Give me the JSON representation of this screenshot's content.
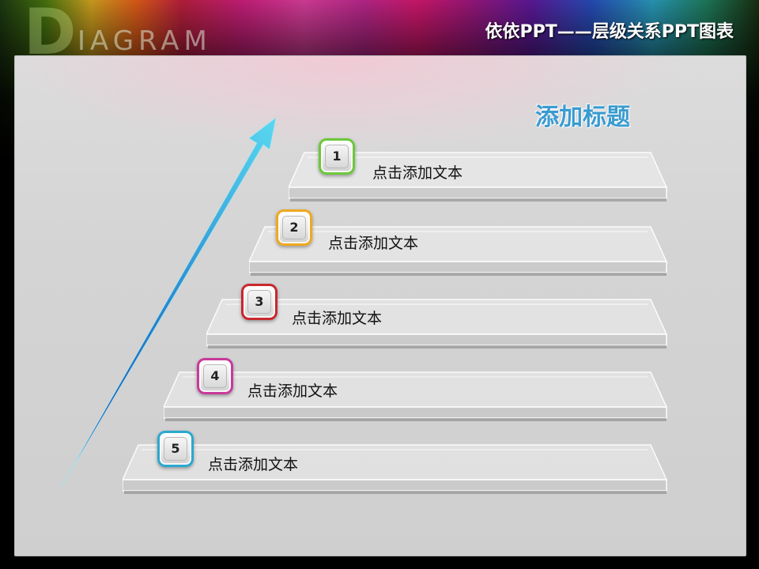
{
  "header": {
    "logo_initial": "D",
    "logo_text": "IAGRAM",
    "title": "依依PPT——层级关系PPT图表"
  },
  "diagram": {
    "title": "添加标题",
    "steps": [
      {
        "number": "1",
        "label": "点击添加文本",
        "color": "#6cc83a"
      },
      {
        "number": "2",
        "label": "点击添加文本",
        "color": "#f0a820"
      },
      {
        "number": "3",
        "label": "点击添加文本",
        "color": "#c8282e"
      },
      {
        "number": "4",
        "label": "点击添加文本",
        "color": "#c83a9a"
      },
      {
        "number": "5",
        "label": "点击添加文本",
        "color": "#2aa8d0"
      }
    ]
  },
  "colors": {
    "arrow": "#38b8e0",
    "title": "#3a9bd0"
  }
}
